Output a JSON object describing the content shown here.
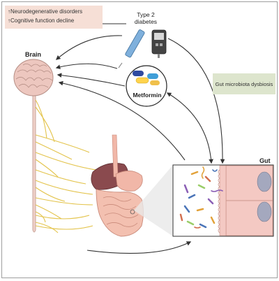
{
  "labels": {
    "effects": [
      "↑Neurodegenerative disorders",
      "↑Cognitive function decline"
    ],
    "type2_diabetes": [
      "Type 2",
      "diabetes"
    ],
    "brain": "Brain",
    "metformin": "Metformin",
    "gut_microbiota_dysbiosis": "Gut microbiota dysbiosis",
    "gut": "Gut"
  },
  "colors": {
    "effects_box": "#f6dfd6",
    "dysbiosis_box": "#dde5cd",
    "brain": "#edc7bf",
    "spinal_cord": "#f0d0c8",
    "nerves": "#e3c34a",
    "liver": "#8a4a4e",
    "stomach": "#f1b7a8",
    "intestine": "#f3c0b0",
    "gut_cells": "#f4c9c3",
    "nucleus": "#a4a8be",
    "arrows": "#333333"
  },
  "icons": [
    "brain-icon",
    "insulin-pen-icon",
    "glucose-meter-icon",
    "pill-icon",
    "bacteria-icon"
  ]
}
